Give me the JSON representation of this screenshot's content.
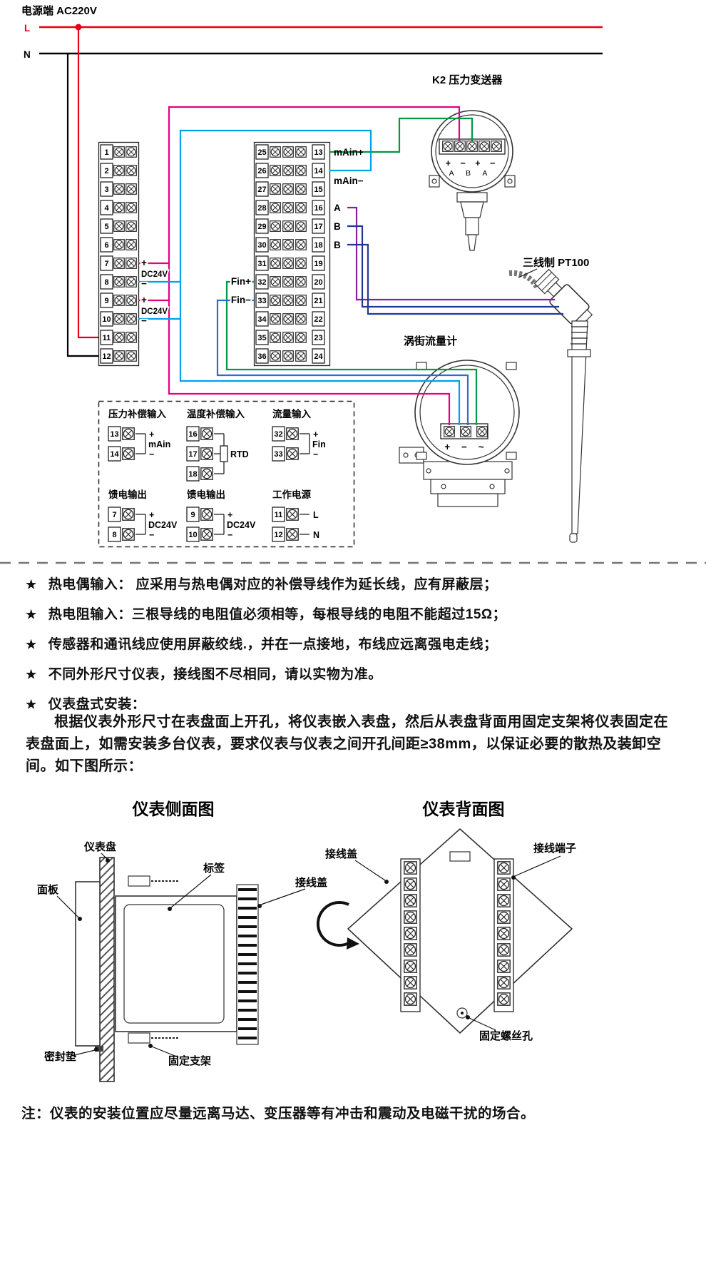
{
  "bullet": "★",
  "power": {
    "title": "电源端 AC220V",
    "l": "L",
    "n": "N"
  },
  "terminal_strips": {
    "left": [
      "1",
      "2",
      "3",
      "4",
      "5",
      "6",
      "7",
      "8",
      "9",
      "10",
      "11",
      "12"
    ],
    "mid_left": [
      "25",
      "26",
      "27",
      "28",
      "29",
      "30",
      "31",
      "32",
      "33",
      "34",
      "35",
      "36"
    ],
    "mid_right": [
      "13",
      "14",
      "15",
      "16",
      "17",
      "18",
      "19",
      "20",
      "21",
      "22",
      "23",
      "24"
    ]
  },
  "signal_labels": {
    "main_plus": "mAin+",
    "main_minus": "mAin−",
    "a": "A",
    "b1": "B",
    "b2": "B",
    "fin_plus": "Fin+",
    "fin_minus": "Fin−",
    "feed1_plus": "+",
    "feed1_name": "DC24V",
    "feed1_minus": "−",
    "feed2_plus": "+",
    "feed2_name": "DC24V",
    "feed2_minus": "−"
  },
  "devices": {
    "transmitter": {
      "title": "K2 压力变送器",
      "signs": "+ − + −",
      "letters": "A B A"
    },
    "pt100": {
      "title": "三线制 PT100"
    },
    "flowmeter": {
      "title": "涡街流量计",
      "signs": "+ − ~"
    }
  },
  "detail_groups": [
    {
      "title": "压力补偿输入",
      "terminals": [
        {
          "no": "13",
          "sign": "+"
        },
        {
          "no": "14",
          "sign": "−"
        }
      ],
      "label": "mAin"
    },
    {
      "title": "温度补偿输入",
      "terminals": [
        {
          "no": "16",
          "sign": ""
        },
        {
          "no": "17",
          "sign": ""
        },
        {
          "no": "18",
          "sign": ""
        }
      ],
      "label": "RTD"
    },
    {
      "title": "流量输入",
      "terminals": [
        {
          "no": "32",
          "sign": "+"
        },
        {
          "no": "33",
          "sign": "−"
        }
      ],
      "label": "Fin"
    },
    {
      "title": "馈电输出",
      "terminals": [
        {
          "no": "7",
          "sign": "+"
        },
        {
          "no": "8",
          "sign": "−"
        }
      ],
      "label": "DC24V"
    },
    {
      "title": "馈电输出",
      "terminals": [
        {
          "no": "9",
          "sign": "+"
        },
        {
          "no": "10",
          "sign": "−"
        }
      ],
      "label": "DC24V"
    },
    {
      "title": "工作电源",
      "terminals": [
        {
          "no": "11",
          "sign": "L"
        },
        {
          "no": "12",
          "sign": "N"
        }
      ],
      "label": ""
    }
  ],
  "notes": [
    "热电偶输入： 应采用与热电偶对应的补偿导线作为延长线，应有屏蔽层；",
    "热电阻输入：三根导线的电阻值必须相等，每根导线的电阻不能超过15Ω；",
    "传感器和通讯线应使用屏蔽绞线.，并在一点接地，布线应远离强电走线；",
    "不同外形尺寸仪表，接线图不尽相同，请以实物为准。",
    "仪表盘式安装："
  ],
  "install_paragraph": "根据仪表外形尺寸在表盘面上开孔，将仪表嵌入表盘，然后从表盘背面用固定支架将仪表固定在表盘面上，如需安装多台仪表，要求仪表与仪表之间开孔间距≥38mm，以保证必要的散热及装卸空间。如下图所示：",
  "figures": {
    "side": {
      "title": "仪表侧面图",
      "labels": {
        "panel_board": "仪表盘",
        "tag": "标签",
        "cover": "接线盖",
        "front": "面板",
        "gasket": "密封垫",
        "bracket": "固定支架"
      }
    },
    "back": {
      "title": "仪表背面图",
      "labels": {
        "cover": "接线盖",
        "terminals": "接线端子",
        "screw_hole": "固定螺丝孔"
      }
    }
  },
  "footnote": "注：仪表的安装位置应尽量远离马达、变压器等有冲击和震动及电磁干扰的场合。",
  "colors": {
    "live": "#e60012",
    "neutral": "#000000",
    "pink": "#e4007f",
    "cyan": "#00a0e9",
    "green": "#009944",
    "blue": "#2a6fc9",
    "purple": "#8a1f9e",
    "navy": "#1f3a93"
  }
}
